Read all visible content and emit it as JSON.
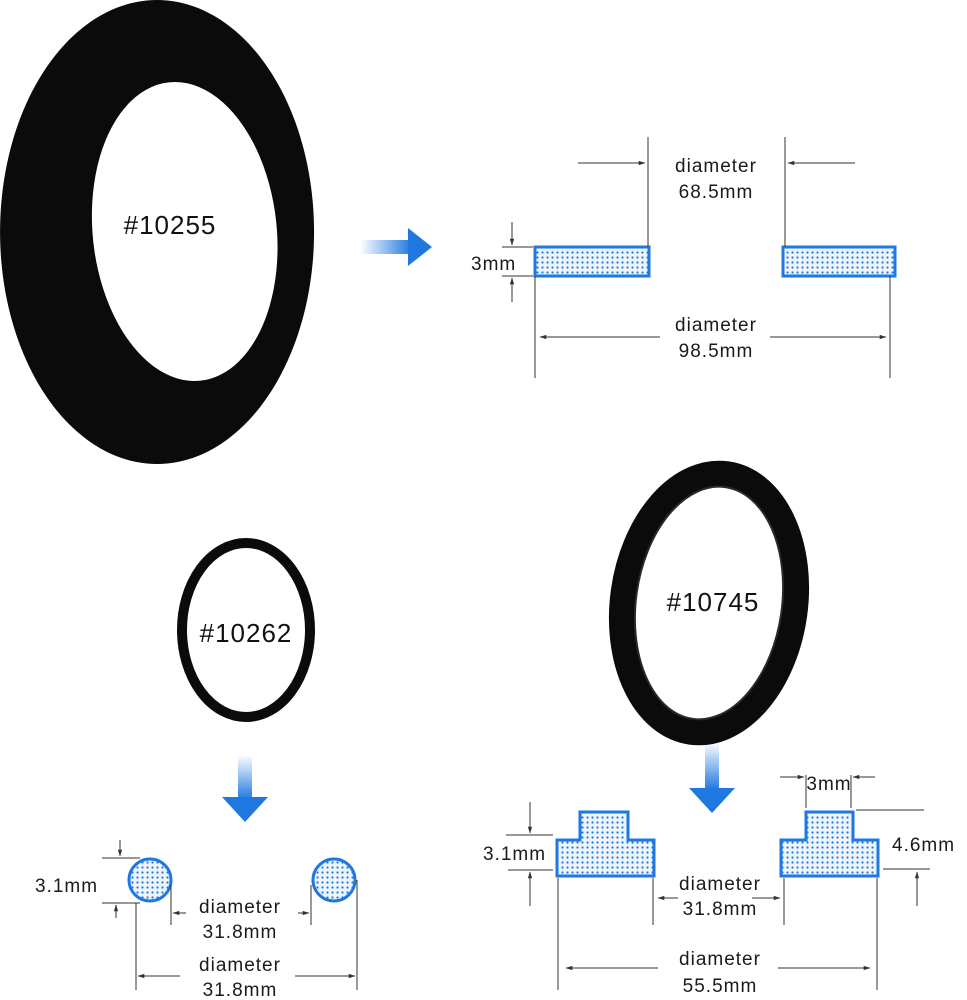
{
  "colors": {
    "accent": "#1f78e0",
    "rubber": "#0b0b0b"
  },
  "parts": [
    {
      "id": "#10255",
      "inner_diameter": {
        "label": "diameter",
        "value": "68.5mm"
      },
      "outer_diameter": {
        "label": "diameter",
        "value": "98.5mm"
      },
      "thickness": "3mm"
    },
    {
      "id": "#10262",
      "inner_diameter": {
        "label": "diameter",
        "value": "31.8mm"
      },
      "outer_diameter": {
        "label": "diameter",
        "value": "31.8mm"
      },
      "thickness": "3.1mm"
    },
    {
      "id": "#10745",
      "inner_diameter": {
        "label": "diameter",
        "value": "31.8mm"
      },
      "outer_diameter": {
        "label": "diameter",
        "value": "55.5mm"
      },
      "thickness": "3.1mm",
      "lip_width": "3mm",
      "total_height": "4.6mm"
    }
  ]
}
